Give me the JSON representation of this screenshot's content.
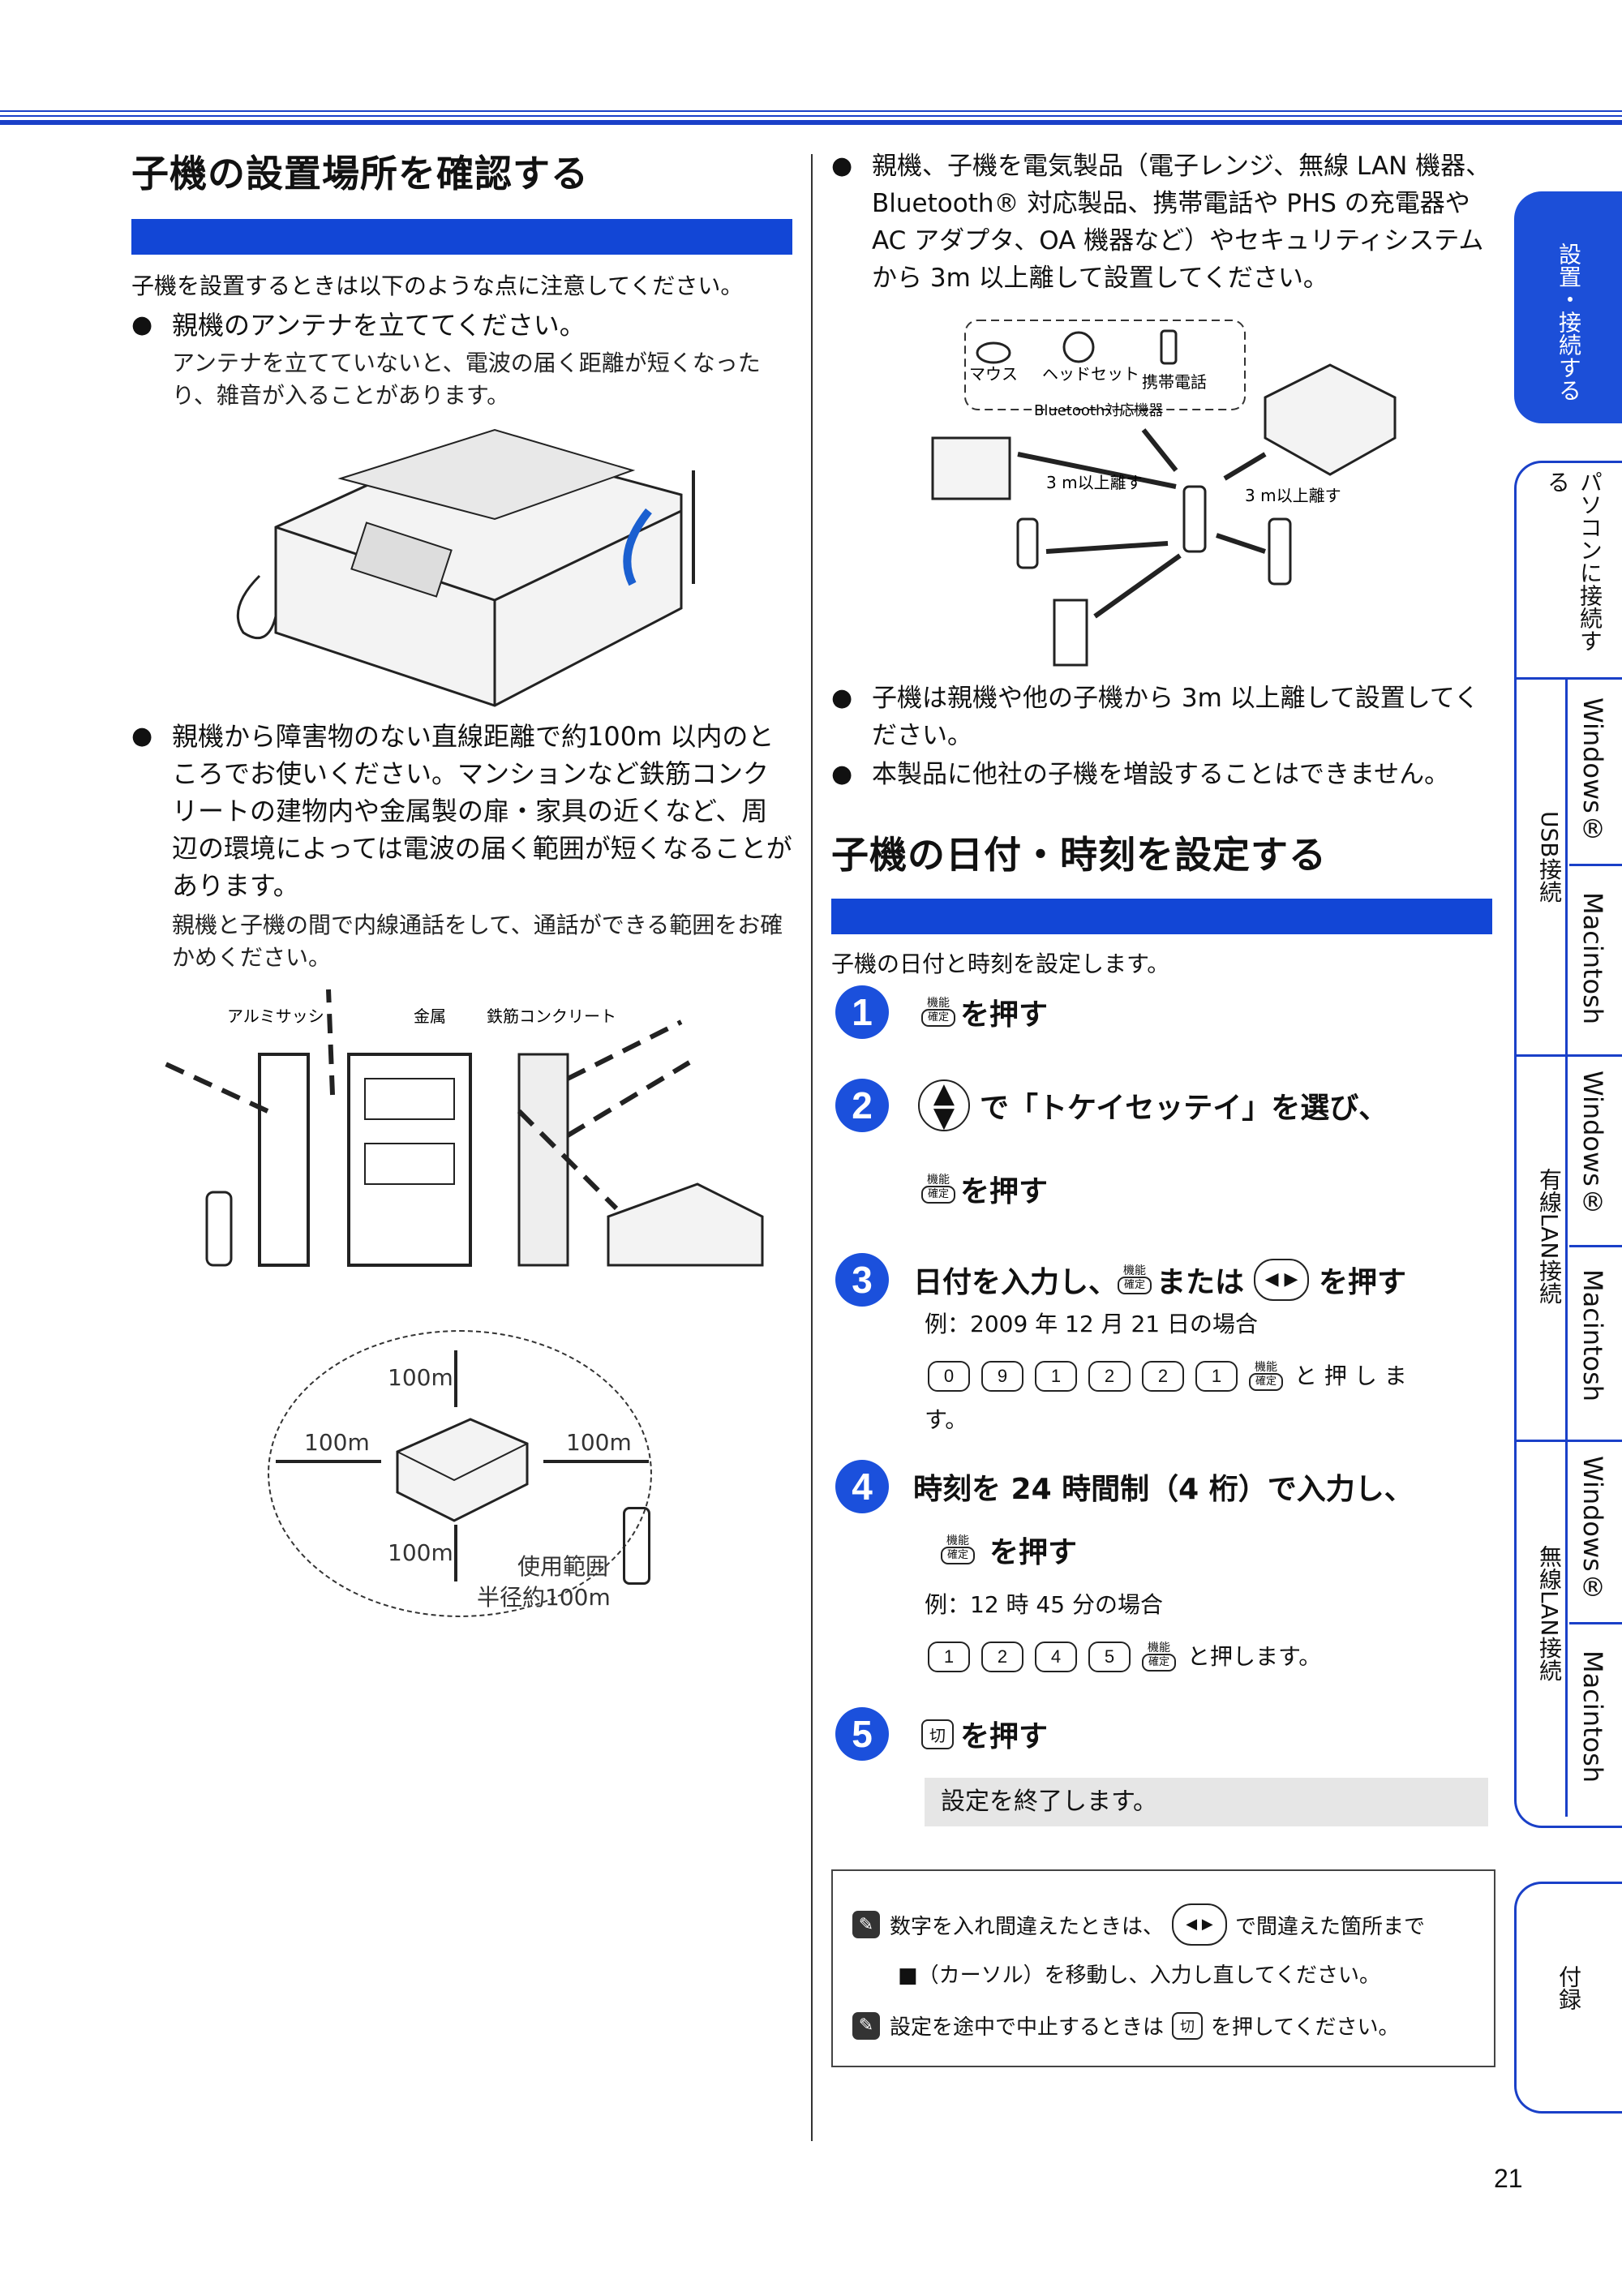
{
  "section1": {
    "title": "子機の設置場所を確認する",
    "intro": "子機を設置するときは以下のような点に注意してください。",
    "bullet1": "親機のアンテナを立ててください。",
    "bullet1_sub": "アンテナを立てていないと、電波の届く距離が短くなったり、雑音が入ることがあります。",
    "bullet2": "親機から障害物のない直線距離で約100m 以内のところでお使いください。マンションなど鉄筋コンクリートの建物内や金属製の扉・家具の近くなど、周辺の環境によっては電波の届く範囲が短くなることがあります。",
    "bullet2_sub": "親機と子機の間で内線通話をして、通話ができる範囲をお確かめください。",
    "obstacle_labels": [
      "アルミサッシ",
      "金属",
      "鉄筋コンクリート"
    ],
    "range_labels": {
      "top": "100m",
      "left": "100m",
      "right": "100m",
      "bottom": "100m",
      "use_range": "使用範囲",
      "radius": "半径約100m"
    }
  },
  "right_top": {
    "bullet1": "親機、子機を電気製品（電子レンジ、無線 LAN 機器、Bluetooth® 対応製品、携帯電話や PHS の充電器や AC アダプタ、OA 機器など）やセキュリティシステムから 3m 以上離して設置してください。",
    "diagram": {
      "mouse": "マウス",
      "headset": "ヘッドセット",
      "phone": "携帯電話",
      "bt": "Bluetooth対応機器",
      "dist1": "3 m以上離す",
      "dist2": "3 m以上離す"
    },
    "bullet2": "子機は親機や他の子機から 3m 以上離して設置してください。",
    "bullet3": "本製品に他社の子機を増設することはできません。"
  },
  "section2": {
    "title": "子機の日付・時刻を設定する",
    "intro": "子機の日付と時刻を設定します。",
    "key_top": "機能",
    "key_bottom": "確定",
    "off_key": "切",
    "step1": {
      "num": "1",
      "text": "を押す"
    },
    "step2": {
      "num": "2",
      "text": "で「トケイセッテイ」を選び、",
      "text2": "を押す"
    },
    "step3": {
      "num": "3",
      "text_a": "日付を入力し、",
      "text_b": "または",
      "text_c": "を押す",
      "example": "例：2009 年 12 月 21 日の場合",
      "keys": [
        "0",
        "9",
        "1",
        "2",
        "2",
        "1"
      ],
      "tail": "と 押 し ま",
      "tail2": "す。"
    },
    "step4": {
      "num": "4",
      "text": "時刻を 24 時間制（4 桁）で入力し、",
      "text2": "を押す",
      "example": "例：12 時 45 分の場合",
      "keys": [
        "1",
        "2",
        "4",
        "5"
      ],
      "tail": "と押します。"
    },
    "step5": {
      "num": "5",
      "text": "を押す",
      "result": "設定を終了します。"
    }
  },
  "notes": {
    "note1": "数字を入れ間違えたときは、",
    "note1_b": "で間違えた箇所まで",
    "note1_c": "■（カーソル）を移動し、入力し直してください。",
    "note2_a": "設定を途中で中止するときは",
    "note2_b": "を押してください。"
  },
  "sidebar": {
    "tab_setup": "設置・接続する",
    "tab_pc": "パソコンに接続する",
    "usb": "USB接続",
    "wired": "有線LAN接続",
    "wireless": "無線LAN接続",
    "windows": "Windows®",
    "mac": "Macintosh",
    "appendix": "付録"
  },
  "page_number": "21"
}
